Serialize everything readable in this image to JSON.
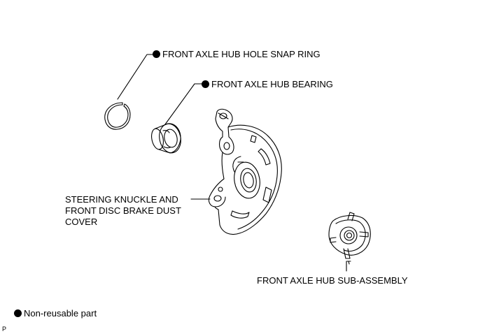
{
  "labels": {
    "snap_ring": "FRONT AXLE HUB HOLE SNAP RING",
    "bearing": "FRONT AXLE HUB BEARING",
    "knuckle_line1": "STEERING KNUCKLE AND",
    "knuckle_line2": "FRONT DISC BRAKE DUST",
    "knuckle_line3": "COVER",
    "hub": "FRONT AXLE HUB SUB-ASSEMBLY"
  },
  "legend": {
    "text": "Non-reusable part"
  },
  "corner_mark": "P",
  "colors": {
    "ink": "#000000",
    "background": "#ffffff"
  }
}
